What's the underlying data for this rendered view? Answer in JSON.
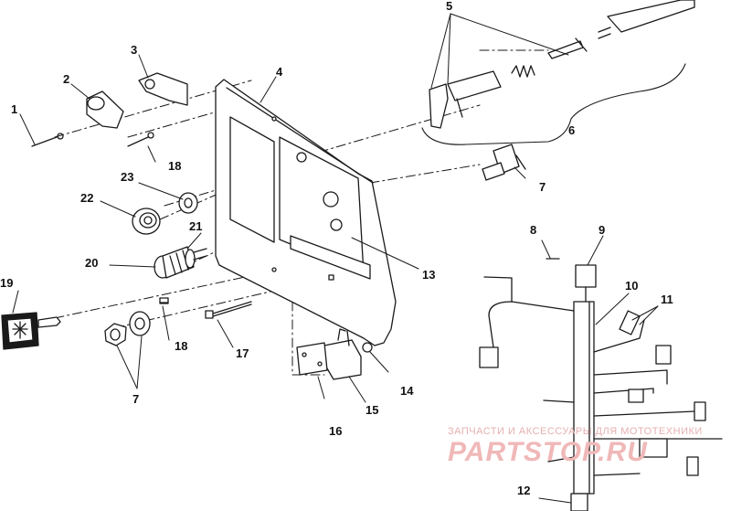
{
  "diagram": {
    "callouts": {
      "n1": "1",
      "n2": "2",
      "n3": "3",
      "n4": "4",
      "n5": "5",
      "n6": "6",
      "n7a": "7",
      "n7b": "7",
      "n8": "8",
      "n9": "9",
      "n10": "10",
      "n11": "11",
      "n12": "12",
      "n13": "13",
      "n14": "14",
      "n15": "15",
      "n16": "16",
      "n17": "17",
      "n18a": "18",
      "n18b": "18",
      "n19": "19",
      "n20": "20",
      "n21": "21",
      "n22": "22",
      "n23": "23"
    },
    "line_color": "#1a1a1a",
    "part_fill": "#ffffff"
  },
  "watermark": {
    "caption": "ЗАПЧАСТИ И АКСЕССУАРЫ ДЛЯ МОТОТЕХНИКИ",
    "logo": "PARTSTOP.RU",
    "color": "#f0b8b8"
  }
}
